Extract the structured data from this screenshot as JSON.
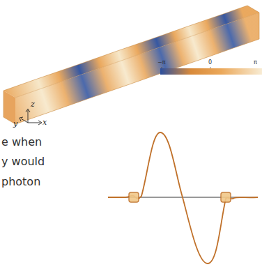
{
  "diagram": {
    "labels": [
      "z",
      "y",
      "x",
      "−π",
      "0",
      "π",
      "e when",
      "y would",
      "photon"
    ]
  }
}
